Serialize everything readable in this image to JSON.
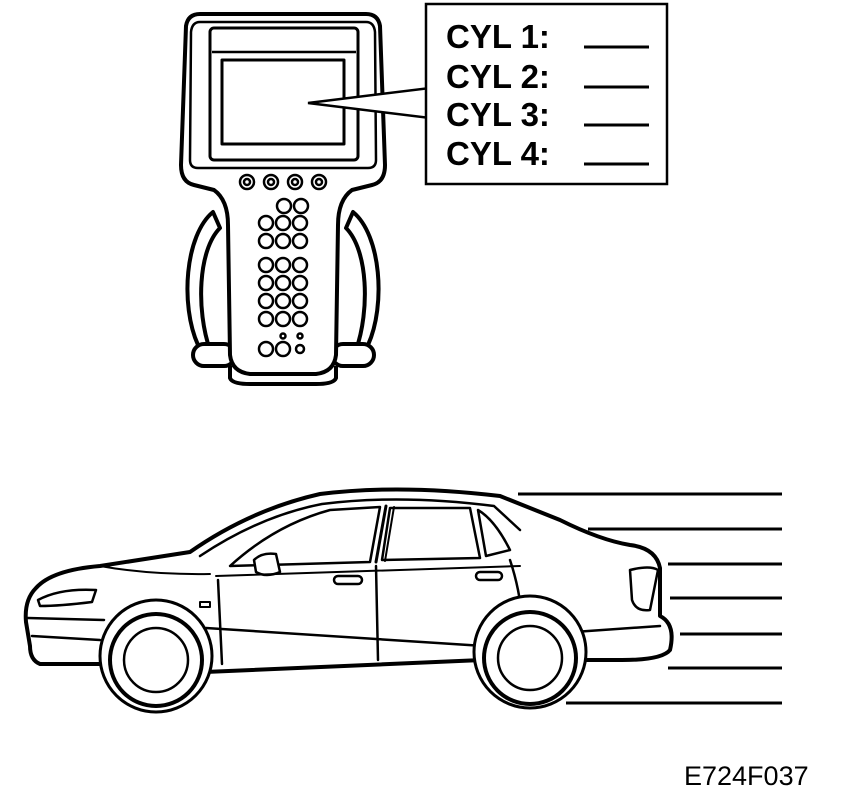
{
  "scan_tool": {
    "readout": {
      "rows": [
        {
          "label": "CYL 1:"
        },
        {
          "label": "CYL 2:"
        },
        {
          "label": "CYL 3:"
        },
        {
          "label": "CYL 4:"
        }
      ]
    }
  },
  "figure_id": "E724F037",
  "colors": {
    "ink": "#000000",
    "paper": "#ffffff"
  }
}
